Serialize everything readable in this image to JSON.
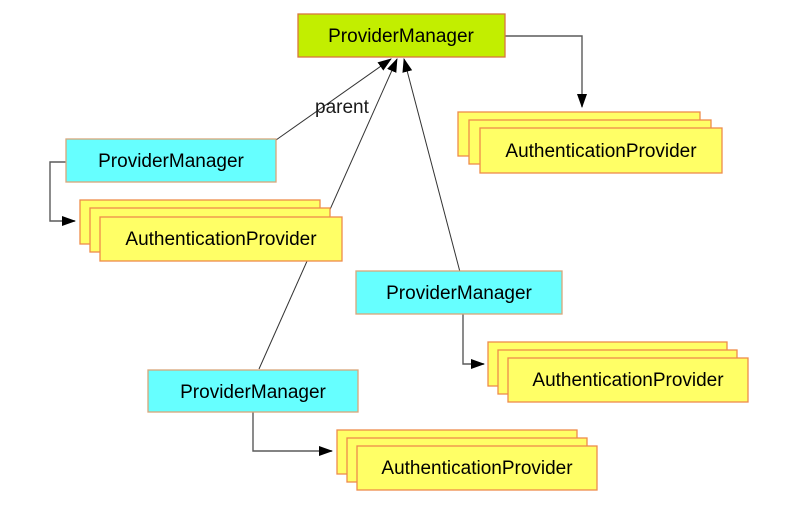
{
  "diagram": {
    "root_manager": {
      "label": "ProviderManager"
    },
    "left_manager": {
      "label": "ProviderManager"
    },
    "right_manager": {
      "label": "ProviderManager"
    },
    "bottom_manager": {
      "label": "ProviderManager"
    },
    "top_right_providers": {
      "label": "AuthenticationProvider"
    },
    "left_providers": {
      "label": "AuthenticationProvider"
    },
    "right_providers": {
      "label": "AuthenticationProvider"
    },
    "bottom_providers": {
      "label": "AuthenticationProvider"
    },
    "parent_edge_label": "parent"
  },
  "colors": {
    "root_fill": "#c2ee00",
    "manager_fill": "#66ffff",
    "provider_fill": "#ffff66",
    "box_border": "#ee8c4a",
    "connector": "#5a5a5a",
    "parent_line": "#333333",
    "arrowhead": "#000000",
    "text": "#000000"
  }
}
